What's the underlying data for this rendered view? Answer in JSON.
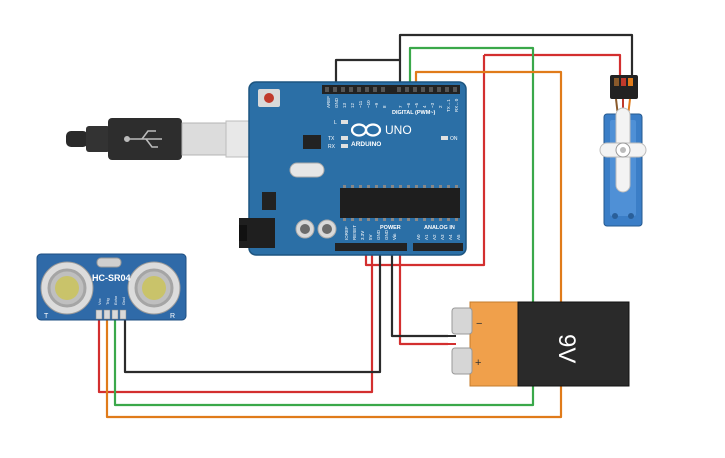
{
  "components": {
    "arduino": {
      "brand": "ARDUINO",
      "model": "UNO",
      "section_digital": "DIGITAL (PWM~)",
      "section_power": "POWER",
      "section_analog": "ANALOG IN",
      "led_l": "L",
      "led_tx": "TX",
      "led_rx": "RX",
      "led_on": "ON",
      "digital_pins": [
        "AREF",
        "GND",
        "13",
        "12",
        "~11",
        "~10",
        "~9",
        "8",
        "7",
        "~6",
        "~5",
        "4",
        "~3",
        "2",
        "TX→1",
        "RX←0"
      ],
      "power_pins": [
        "IOREF",
        "RESET",
        "3.3V",
        "5V",
        "GND",
        "GND",
        "Vin"
      ],
      "analog_pins": [
        "A0",
        "A1",
        "A2",
        "A3",
        "A4",
        "A5"
      ]
    },
    "sensor": {
      "label": "HC-SR04",
      "mark_left": "T",
      "mark_right": "R",
      "pins": [
        "Vcc",
        "Trig",
        "Echo",
        "Gnd"
      ]
    },
    "battery": {
      "label": "9V",
      "minus": "−",
      "plus": "+"
    }
  },
  "wires": [
    {
      "name": "gnd-wire",
      "color": "#2b2b2b"
    },
    {
      "name": "5v-wire",
      "color": "#d32f2f"
    },
    {
      "name": "signal-wire-green",
      "color": "#3aa84a"
    },
    {
      "name": "signal-wire-orange",
      "color": "#e07b1a"
    }
  ],
  "colors": {
    "board": "#2b6fa6",
    "board_dark": "#1d5580",
    "sensor_board": "#2f6aa8",
    "servo": "#3b7ec7",
    "battery_orange": "#f0a04b",
    "battery_black": "#2a2a2a"
  }
}
